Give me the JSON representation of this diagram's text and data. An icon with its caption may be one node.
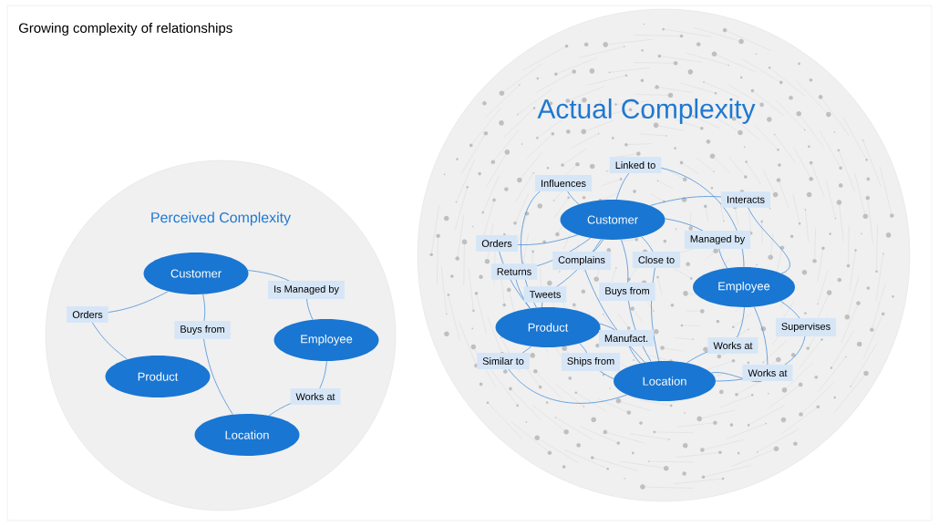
{
  "diagram": {
    "title": "Growing complexity of relationships",
    "nodes": [
      {
        "text": [
          "Perceived Complexity"
        ]
      },
      {
        "text": [
          "Customer"
        ],
        "in": 0
      },
      {
        "text": [
          "Product"
        ],
        "in": 0
      },
      {
        "text": [
          "Employee"
        ],
        "in": 0
      },
      {
        "text": [
          "Location"
        ],
        "in": 0
      },
      {
        "text": [
          "Actual Complexity"
        ]
      },
      {
        "text": [
          "Customer"
        ],
        "in": 5
      },
      {
        "text": [
          "Product"
        ],
        "in": 5
      },
      {
        "text": [
          "Employee"
        ],
        "in": 5
      },
      {
        "text": [
          "Location"
        ],
        "in": 5
      }
    ],
    "edges": [
      {
        "from": 1,
        "to": 2,
        "arrow": "none",
        "label": "Orders"
      },
      {
        "from": 1,
        "to": 4,
        "arrow": "none",
        "label": "Buys from"
      },
      {
        "from": 1,
        "to": 3,
        "arrow": "none",
        "label": "Is Managed by"
      },
      {
        "from": 3,
        "to": 4,
        "arrow": "none",
        "label": "Works at"
      },
      {
        "from": 6,
        "to": 7,
        "arrow": "none",
        "label": "Influences"
      },
      {
        "from": 6,
        "to": 8,
        "arrow": "none",
        "label": "Linked to"
      },
      {
        "from": 6,
        "to": 7,
        "arrow": "none",
        "label": "Orders"
      },
      {
        "from": 6,
        "to": 7,
        "arrow": "none",
        "label": "Returns"
      },
      {
        "from": 6,
        "to": 9,
        "arrow": "none",
        "label": "Complains"
      },
      {
        "from": 6,
        "to": 7,
        "arrow": "none",
        "label": "Tweets"
      },
      {
        "from": 6,
        "to": 9,
        "arrow": "none",
        "label": "Close to"
      },
      {
        "from": 6,
        "to": 9,
        "arrow": "none",
        "label": "Buys from"
      },
      {
        "from": 6,
        "to": 8,
        "arrow": "none",
        "label": "Managed by"
      },
      {
        "from": 6,
        "to": 8,
        "arrow": "none",
        "label": "Interacts"
      },
      {
        "from": 8,
        "to": 9,
        "arrow": "none",
        "label": "Supervises"
      },
      {
        "from": 8,
        "to": 9,
        "arrow": "none",
        "label": "Works at"
      },
      {
        "from": 8,
        "to": 9,
        "arrow": "none",
        "label": "Works at"
      },
      {
        "from": 7,
        "to": 9,
        "arrow": "none",
        "label": "Manufact."
      },
      {
        "from": 7,
        "to": 9,
        "arrow": "none",
        "label": "Ships from"
      },
      {
        "from": 7,
        "to": 9,
        "arrow": "none",
        "label": "Similar to"
      }
    ]
  }
}
